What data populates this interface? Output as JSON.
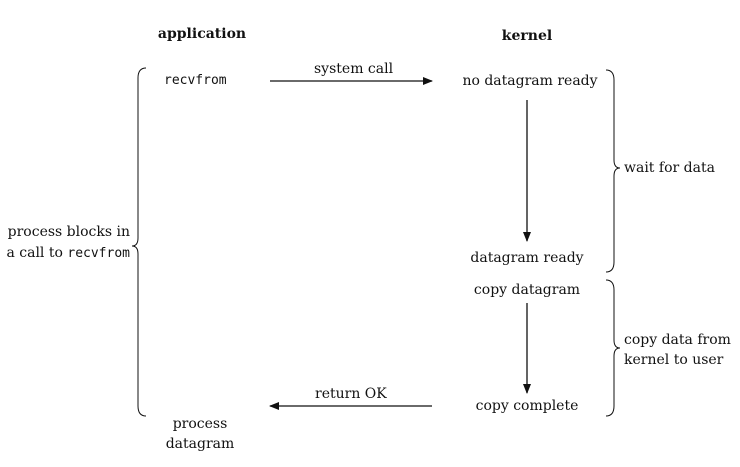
{
  "headers": {
    "application": "application",
    "kernel": "kernel"
  },
  "application": {
    "call": "recvfrom",
    "process_line1": "process",
    "process_line2": "datagram"
  },
  "messages": {
    "system_call": "system call",
    "return_ok": "return OK"
  },
  "kernel": {
    "no_datagram_ready": "no datagram ready",
    "datagram_ready": "datagram ready",
    "copy_datagram": "copy datagram",
    "copy_complete": "copy complete"
  },
  "braces": {
    "blocks_line1": "process blocks in",
    "blocks_line2_prefix": "a call to ",
    "blocks_line2_code": "recvfrom",
    "wait_for_data": "wait for data",
    "copy_line1": "copy data from",
    "copy_line2": "kernel to user"
  }
}
